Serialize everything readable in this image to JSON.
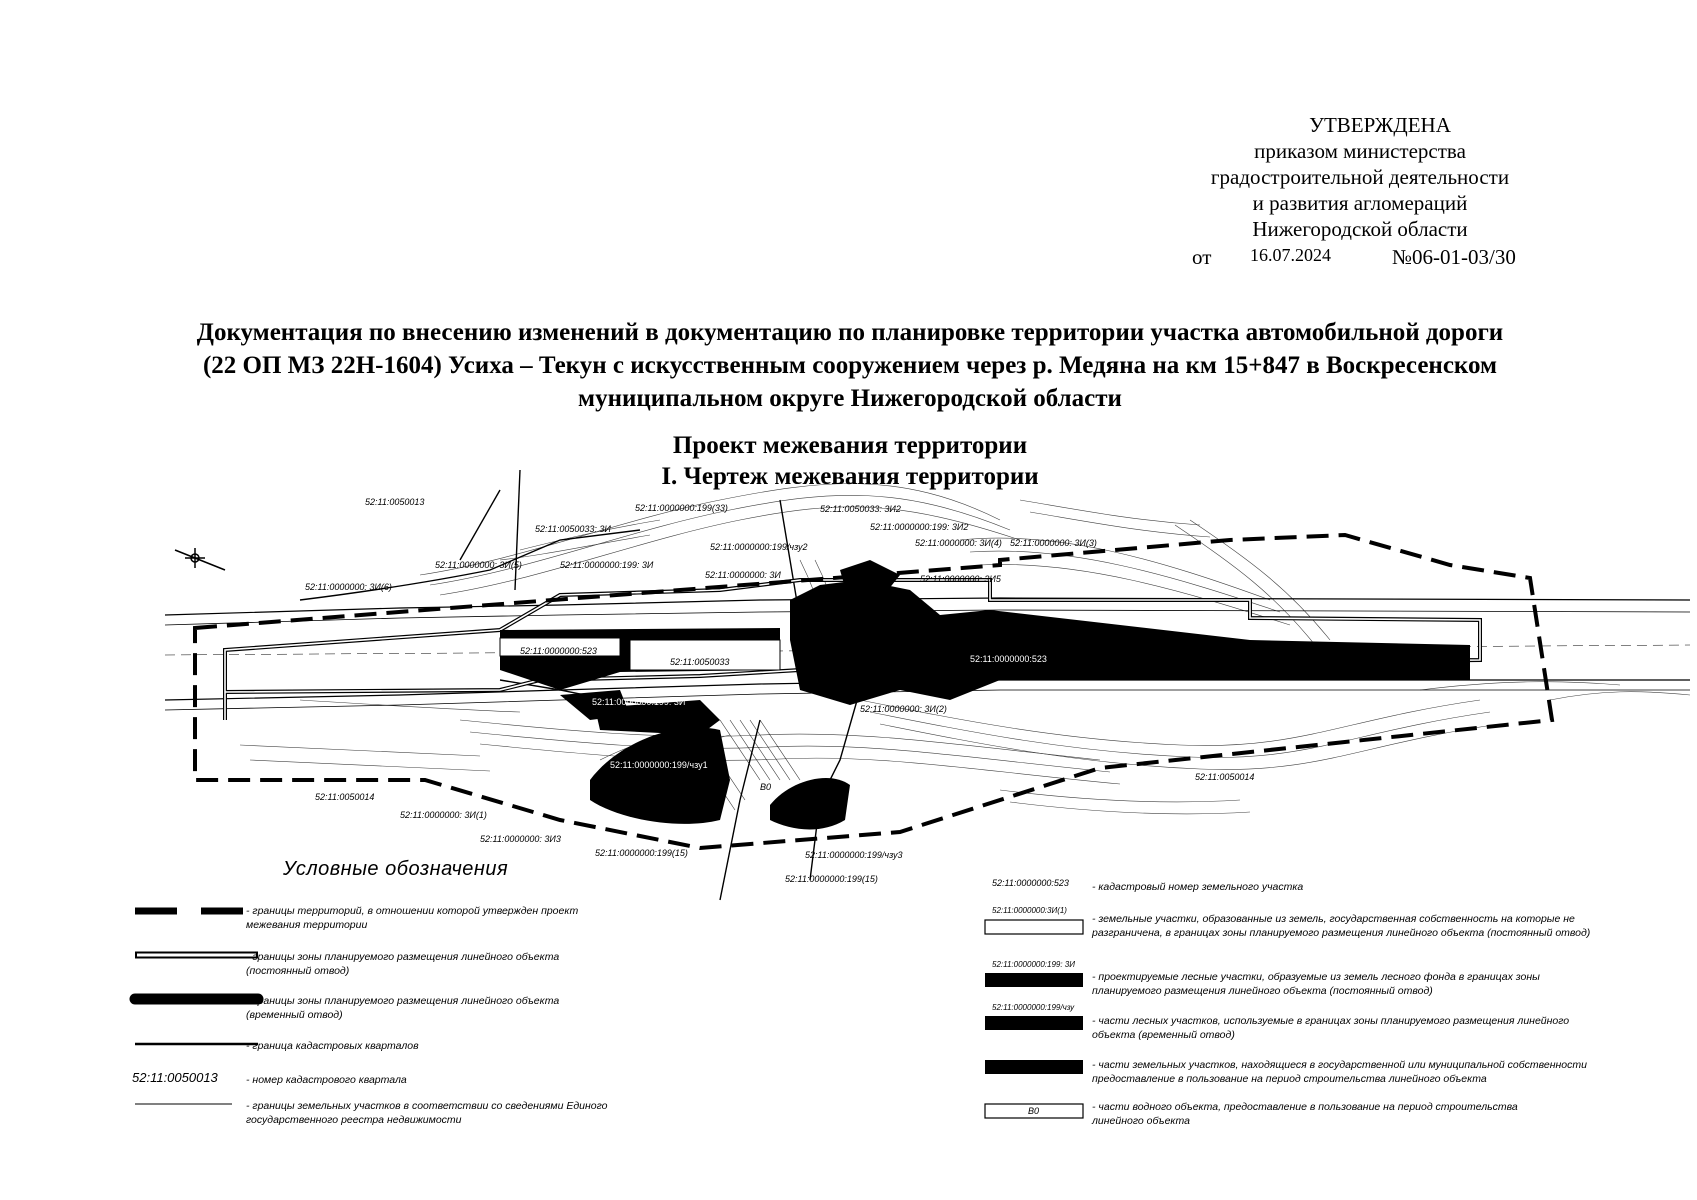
{
  "approval": {
    "heading": "УТВЕРЖДЕНА",
    "line1": "приказом министерства",
    "line2": "градостроительной деятельности",
    "line3": "и развития агломераций",
    "line4": "Нижегородской области",
    "from_label": "от",
    "date": "16.07.2024",
    "number": "№06-01-03/30"
  },
  "title": {
    "line1": "Документация по внесению изменений в документацию по планировке территории участка автомобильной дороги",
    "line2": "(22 ОП МЗ 22Н-1604) Усиха – Текун с искусственным сооружением через р. Медяна на км 15+847 в Воскресенском",
    "line3": "муниципальном округе Нижегородской области"
  },
  "subtitle": {
    "line1": "Проект межевания территории",
    "line2": "I. Чертеж межевания территории"
  },
  "map_labels": {
    "q13_top": "52:11:0050013",
    "q33_31": "52:11:0050033: 3И",
    "f199_33": "52:11:0000000:199(33)",
    "q33_3i2": "52:11:0050033: 3И2",
    "f199_3i2": "52:11:0000000:199: 3И2",
    "f3i5": "52:11:0000000: 3И(5)",
    "f199_3i": "52:11:0000000:199: 3И",
    "f199_chzu2": "52:11:0000000:199/чзу2",
    "f3i_top": "52:11:0000000: 3И",
    "f3i4": "52:11:0000000: 3И(4)",
    "f3i3": "52:11:0000000: 3И(3)",
    "f3i6": "52:11:0000000: 3И(6)",
    "f3i5b": "52:11:0000000: 3И5",
    "f523_left": "52:11:0000000:523",
    "q33_center": "52:11:0050033",
    "f523_right": "52:11:0000000:523",
    "f199_3i_center": "52:11:0000000:199: 3И",
    "f3i2": "52:11:0000000: 3И(2)",
    "f199_chzu1": "52:11:0000000:199/чзу1",
    "q14_right": "52:11:0050014",
    "q14_left": "52:11:0050014",
    "f3i1": "52:11:0000000: 3И(1)",
    "f3i_b": "52:11:0000000: 3И3",
    "f199_15": "52:11:0000000:199(15)",
    "f199_chzu3": "52:11:0000000:199/чзу3",
    "f199_15b": "52:11:0000000:199(15)",
    "water": "В0"
  },
  "legend": {
    "title": "Условные обозначения",
    "left": [
      "- границы территорий, в отношении которой утвержден проект межевания территории",
      "- границы зоны планируемого размещения линейного объекта (постоянный отвод)",
      "- границы зоны планируемого размещения линейного объекта (временный отвод)",
      "- граница кадастровых кварталов",
      "- номер кадастрового квартала",
      "- границы земельных участков в соответствии со сведениями Единого государственного реестра недвижимости"
    ],
    "quarter_sample": "52:11:0050013",
    "right": [
      "- кадастровый номер земельного участка",
      "- земельные участки, образованные из земель, государственная собственность на которые не разграничена, в границах зоны планируемого размещения линейного объекта (постоянный отвод)",
      "- проектируемые лесные участки, образуемые из земель лесного фонда в границах зоны планируемого размещения линейного объекта (постоянный отвод)",
      "- части лесных участков, используемые в границах зоны планируемого размещения линейного объекта (временный отвод)",
      "- части земельных участков, находящиеся в государственной или муниципальной собственности предоставление в пользование на период строительства линейного объекта",
      "- части водного объекта, предоставление в пользование на период строительства линейного объекта"
    ],
    "right_tags": [
      "52:11:0000000:523",
      "52:11:0000000:3И(1)",
      "52:11:0000000:199: 3И",
      "52:11:0000000:199/чзу",
      "В0"
    ]
  }
}
